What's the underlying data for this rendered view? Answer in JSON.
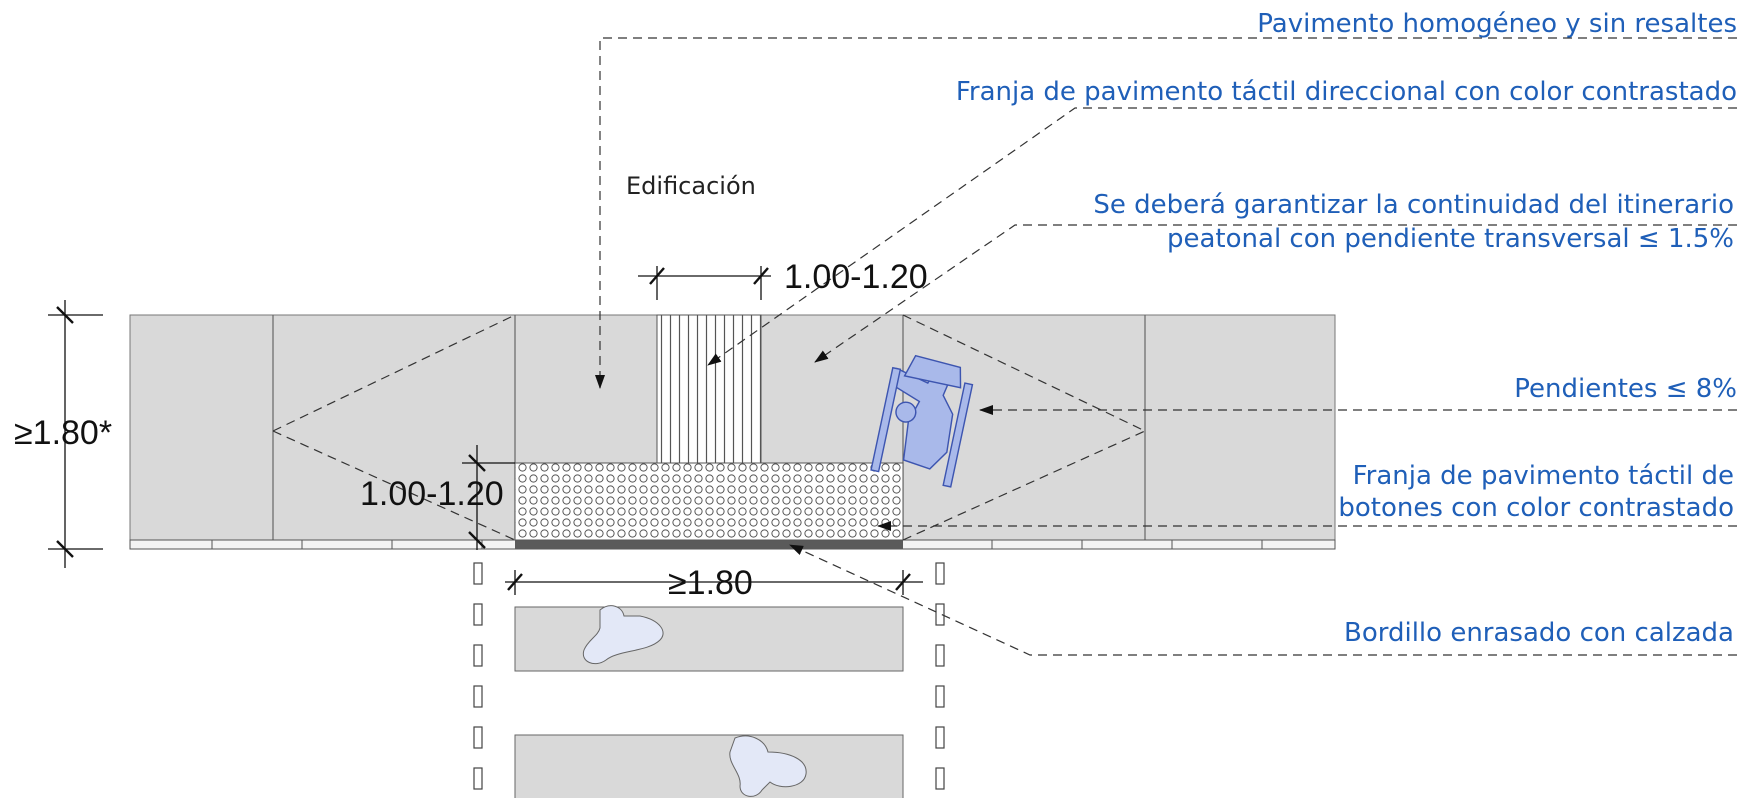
{
  "labels": {
    "building": "Edificación",
    "pavement": "Pavimento homogéneo y sin resaltes",
    "directional_strip": "Franja de pavimento táctil direccional con color contrastado",
    "continuity_line1": "Se deberá garantizar la continuidad del itinerario",
    "continuity_line2": "peatonal con pendiente transversal ≤ 1.5%",
    "slopes": "Pendientes ≤ 8%",
    "button_strip_line1": "Franja de pavimento táctil de",
    "button_strip_line2": "botones con color contrastado",
    "curb": "Bordillo enrasado con calzada"
  },
  "dimensions": {
    "strip_width": "1.00-1.20",
    "sidewalk_width": "≥1.80*",
    "button_depth": "1.00-1.20",
    "crossing_width": "≥1.80"
  },
  "colors": {
    "annotation": "#1f5fb8",
    "sidewalk": "#d9d9d9",
    "curb": "#5a5a5a",
    "wheelchair": "#a9b9ea"
  }
}
